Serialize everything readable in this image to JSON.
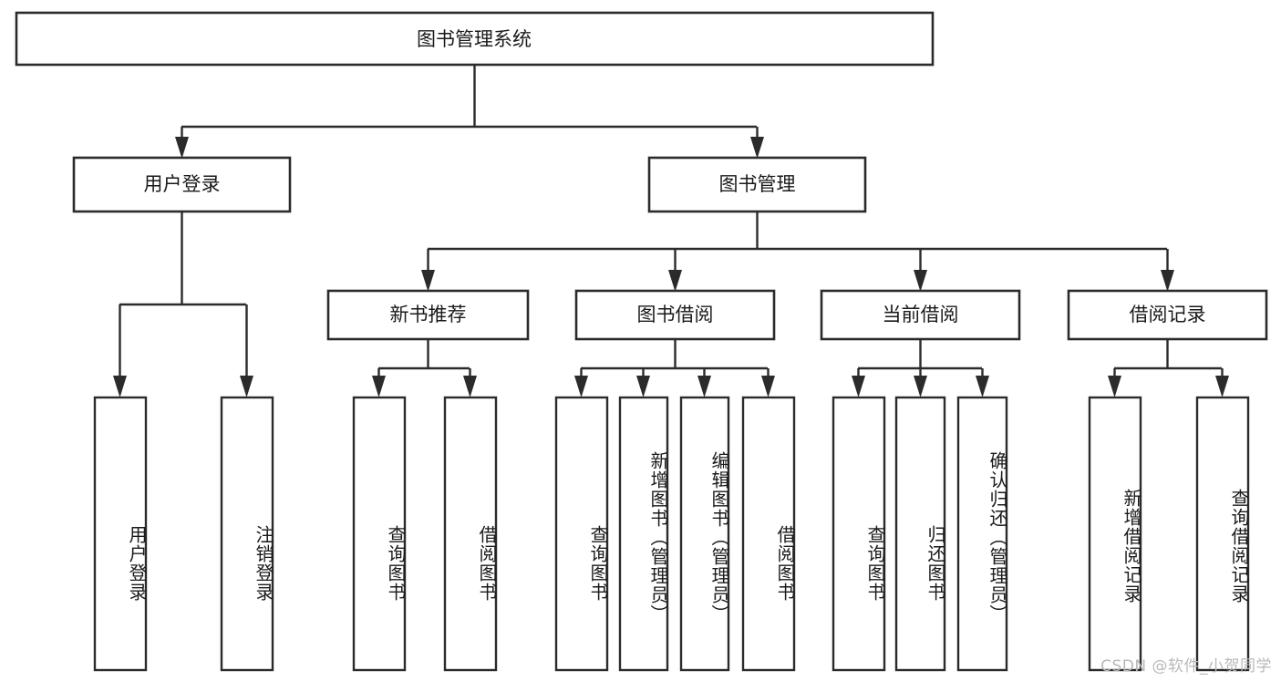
{
  "diagram": {
    "title": "图书管理系统",
    "type": "tree-hierarchy",
    "background_color": "#ffffff",
    "line_color": "#2b2b2b",
    "text_color": "#1a1a1a",
    "root": {
      "label": "图书管理系统"
    },
    "level2": [
      {
        "label": "用户登录"
      },
      {
        "label": "图书管理"
      }
    ],
    "level3": [
      {
        "label": "新书推荐"
      },
      {
        "label": "图书借阅"
      },
      {
        "label": "当前借阅"
      },
      {
        "label": "借阅记录"
      }
    ],
    "leaves": {
      "user_login": [
        {
          "label": "用户登录"
        },
        {
          "label": "注销登录"
        }
      ],
      "new_book_recommend": [
        {
          "label": "查询图书"
        },
        {
          "label": "借阅图书"
        }
      ],
      "book_borrow": [
        {
          "label": "查询图书"
        },
        {
          "label": "新增图书（管理员）"
        },
        {
          "label": "编辑图书（管理员）"
        },
        {
          "label": "借阅图书"
        }
      ],
      "current_borrow": [
        {
          "label": "查询图书"
        },
        {
          "label": "归还图书"
        },
        {
          "label": "确认归还（管理员）"
        }
      ],
      "borrow_record": [
        {
          "label": "新增借阅记录"
        },
        {
          "label": "查询借阅记录"
        }
      ]
    }
  },
  "watermark": {
    "text": "CSDN @软件_小贺同学"
  }
}
